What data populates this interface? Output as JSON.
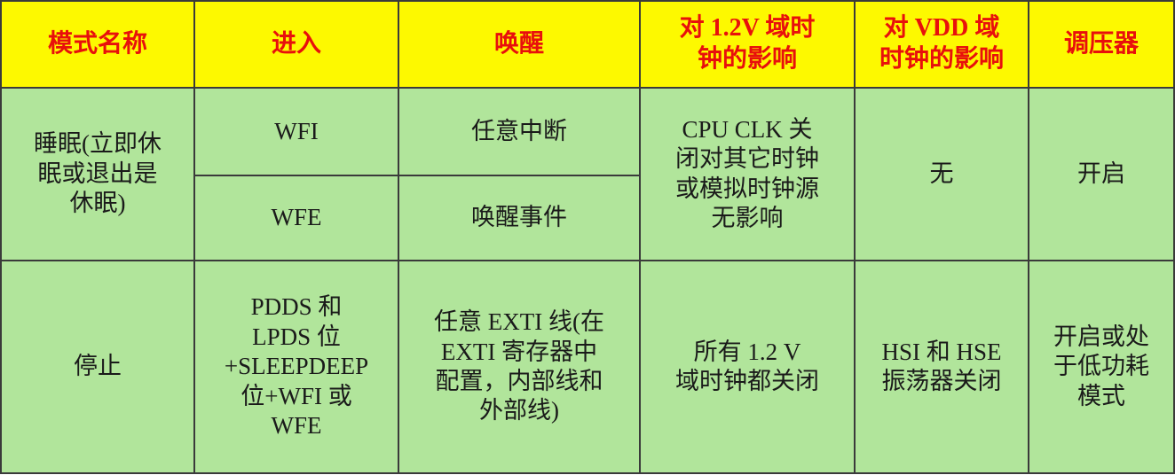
{
  "table": {
    "headers": [
      [
        "模式名称"
      ],
      [
        "进入"
      ],
      [
        "唤醒"
      ],
      [
        "对 1.2V 域时",
        "钟的影响"
      ],
      [
        "对 VDD 域",
        "时钟的影响"
      ],
      [
        "调压器"
      ]
    ],
    "sleep": {
      "name": [
        "睡眠(立即休",
        "眠或退出是",
        "休眠)"
      ],
      "entry_1": "WFI",
      "wake_1": "任意中断",
      "entry_2": "WFE",
      "wake_2": "唤醒事件",
      "clk_12v": [
        "CPU CLK 关",
        "闭对其它时钟",
        "或模拟时钟源",
        "无影响"
      ],
      "clk_vdd": "无",
      "regulator": "开启"
    },
    "stop": {
      "name": "停止",
      "entry": [
        "PDDS 和",
        "LPDS 位",
        "+SLEEPDEEP",
        "位+WFI 或",
        "WFE"
      ],
      "wake": [
        "任意 EXTI 线(在",
        "EXTI 寄存器中",
        "配置，内部线和",
        "外部线)"
      ],
      "clk_12v": [
        "所有  1.2 V",
        "域时钟都关闭"
      ],
      "clk_vdd": [
        "HSI 和 HSE",
        "振荡器关闭"
      ],
      "regulator": [
        "开启或处",
        "于低功耗",
        "模式"
      ]
    }
  }
}
